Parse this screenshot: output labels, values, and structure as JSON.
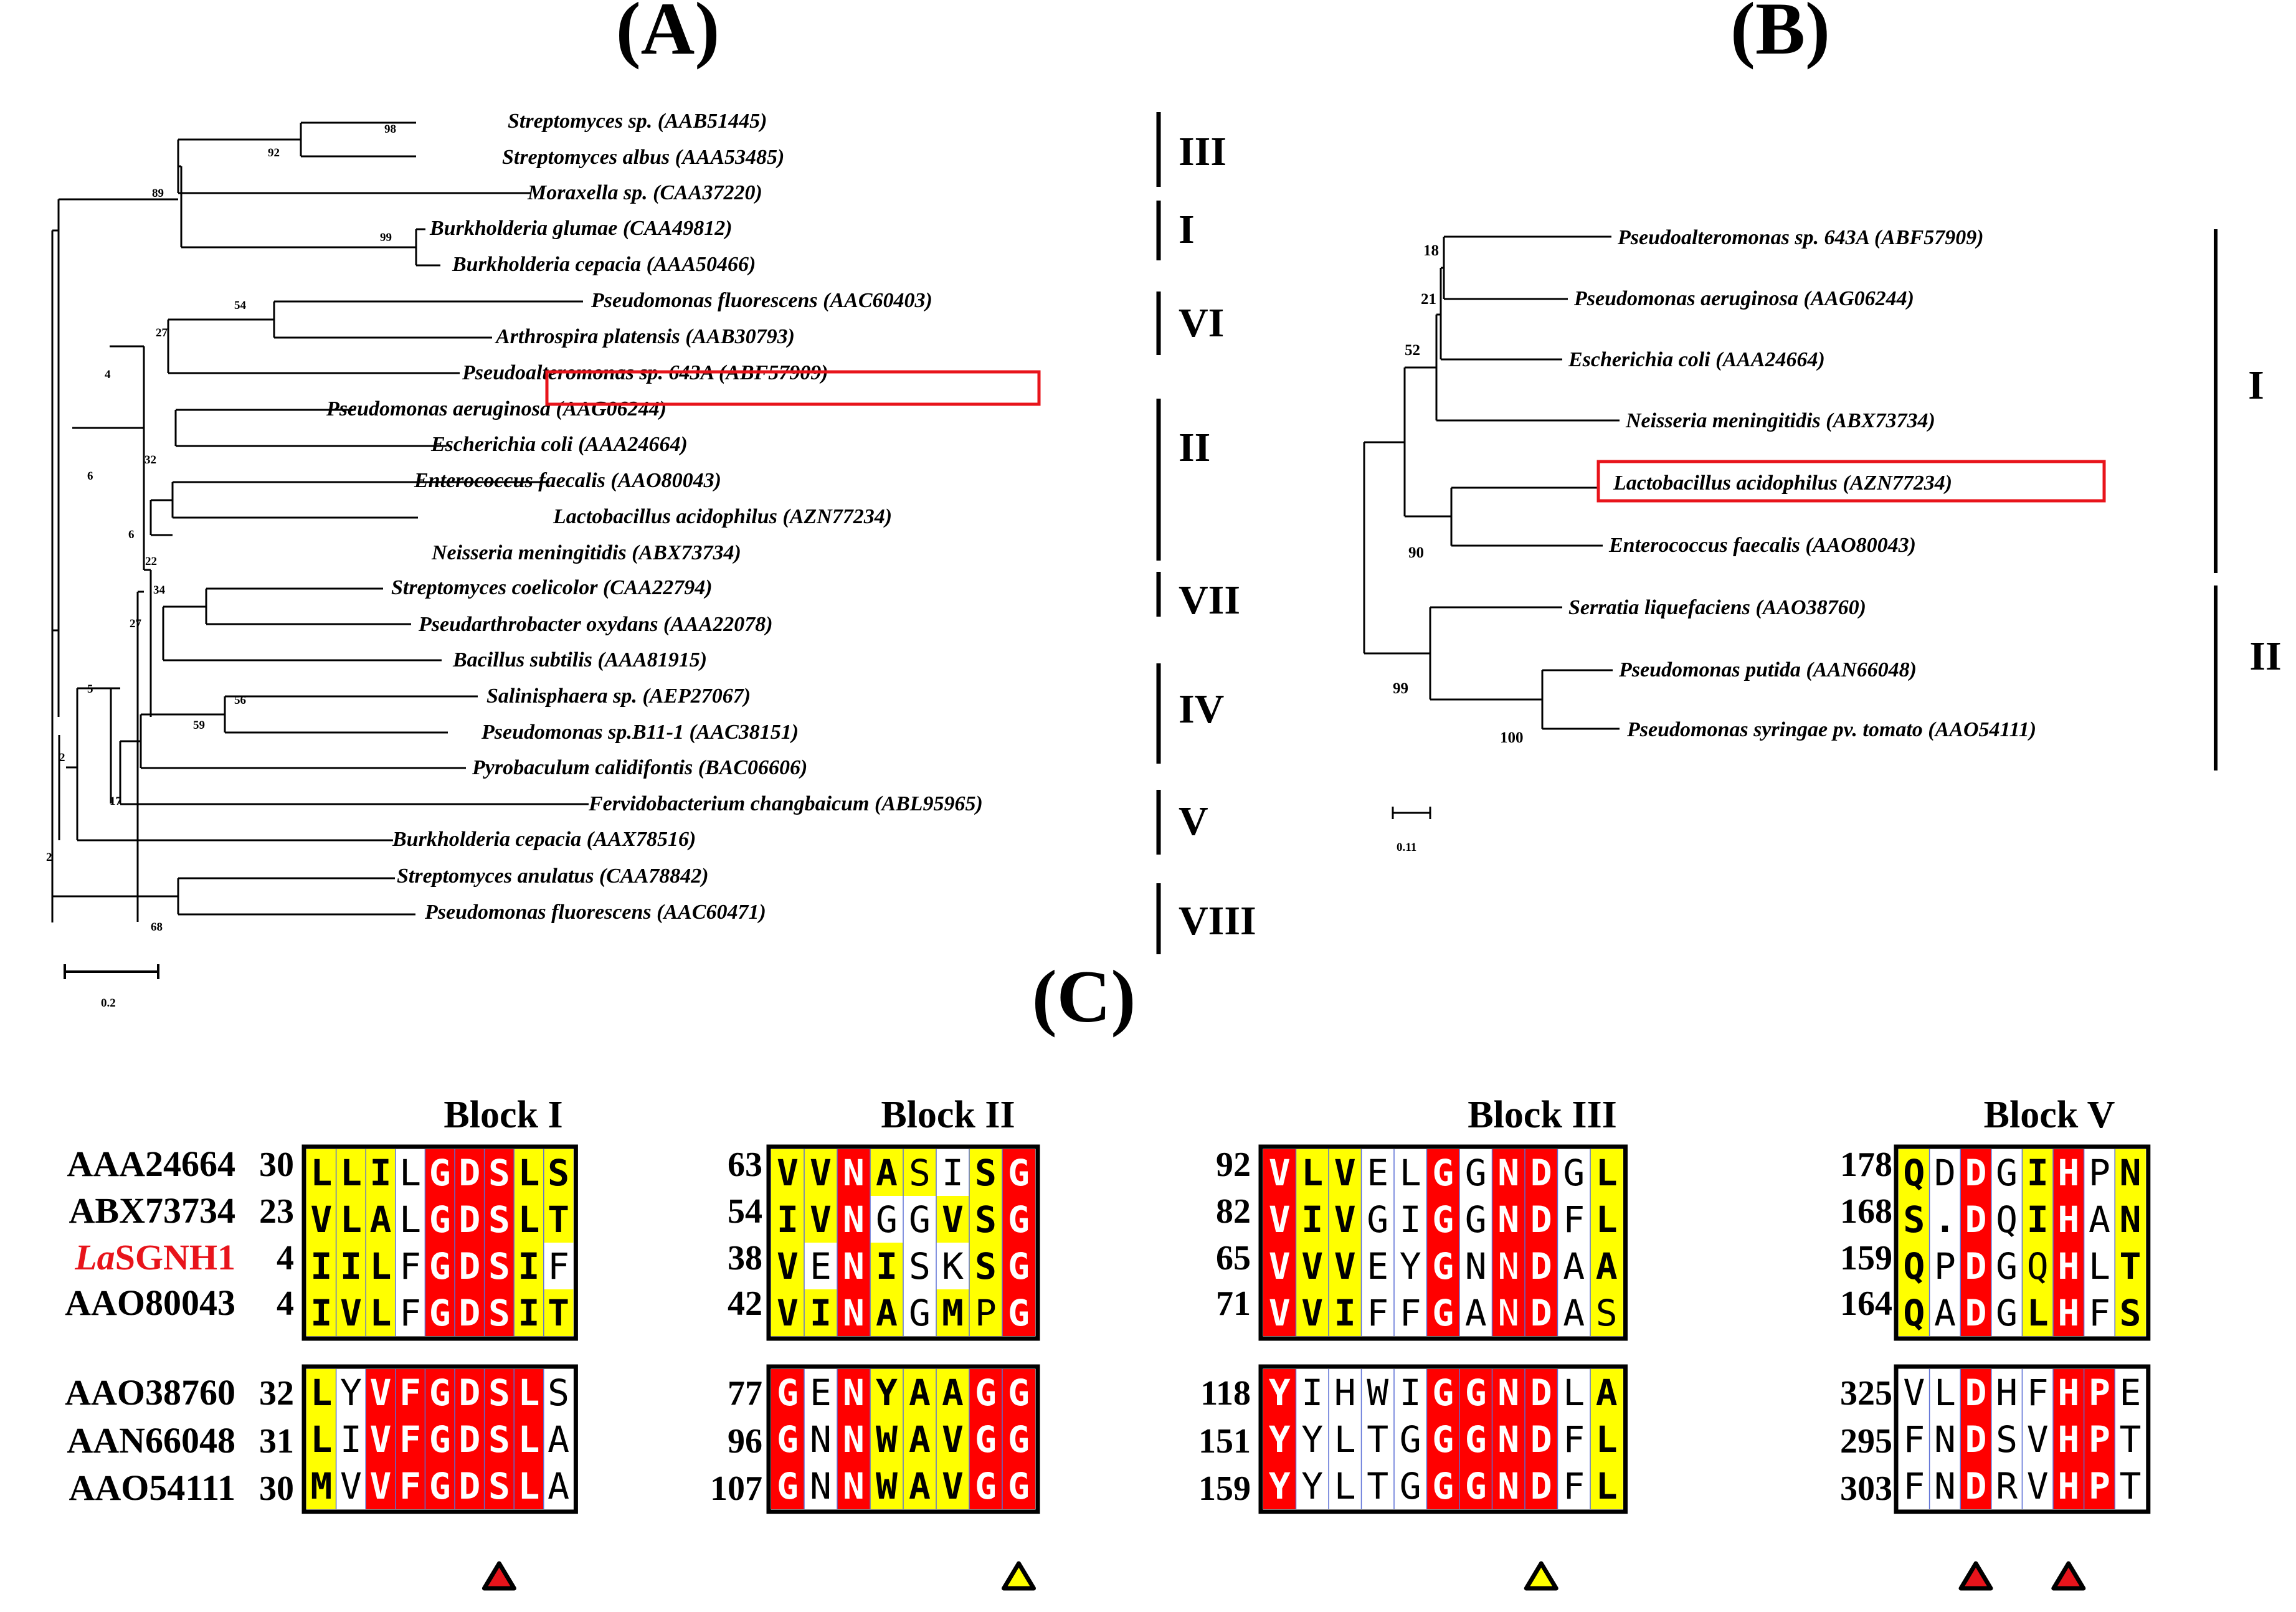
{
  "panels": {
    "A": "(A)",
    "B": "(B)",
    "C": "(C)"
  },
  "colors": {
    "identical": "#ff0000",
    "similar": "#ffff00",
    "box": "#000000",
    "highlight": "#e8141b",
    "triangle_red": "#e8141b",
    "triangle_yellow": "#ffff00"
  },
  "tree_a": {
    "leaves": [
      {
        "genus": "Streptomyces",
        "rest": " sp. (AAB51445)"
      },
      {
        "genus": "Streptomyces",
        "rest": " albus (AAA53485)"
      },
      {
        "genus": "Moraxella",
        "rest": " sp. (CAA37220)"
      },
      {
        "genus": "Burkholderia",
        "rest": " glumae (CAA49812)"
      },
      {
        "genus": "Burkholderia",
        "rest": " cepacia (AAA50466)"
      },
      {
        "genus": "Pseudomonas",
        "rest": " fluorescens (AAC60403)"
      },
      {
        "genus": "Arthrospira",
        "rest": " platensis (AAB30793)"
      },
      {
        "genus": "Pseudoalteromonas",
        "rest": " sp. 643A (ABF57909)"
      },
      {
        "genus": "Pseudomonas",
        "rest": " aeruginosa (AAG06244)"
      },
      {
        "genus": "Escherichia",
        "rest": " coli (AAA24664)"
      },
      {
        "genus": "Enterococcus",
        "rest": " faecalis (AAO80043)"
      },
      {
        "genus": "Lactobacillus",
        "rest": " acidophilus (AZN77234)"
      },
      {
        "genus": "Neisseria",
        "rest": " meningitidis (ABX73734)"
      },
      {
        "genus": "Streptomyces",
        "rest": " coelicolor (CAA22794)"
      },
      {
        "genus": "Pseudarthrobacter",
        "rest": " oxydans (AAA22078)"
      },
      {
        "genus": "Bacillus",
        "rest": " subtilis (AAA81915)"
      },
      {
        "genus": "Salinisphaera",
        "rest": " sp. (AEP27067)"
      },
      {
        "genus": "Pseudomonas",
        "rest": " sp.B11-1 (AAC38151)"
      },
      {
        "genus": "Pyrobaculum",
        "rest": " calidifontis (BAC06606)"
      },
      {
        "genus": "Fervidobacterium",
        "rest": " changbaicum (ABL95965)"
      },
      {
        "genus": "Burkholderia",
        "rest": " cepacia (AAX78516)"
      },
      {
        "genus": "Streptomyces",
        "rest": " anulatus (CAA78842)"
      },
      {
        "genus": "Pseudomonas",
        "rest": " fluorescens (AAC60471)"
      }
    ],
    "bootstraps": [
      "98",
      "92",
      "89",
      "99",
      "54",
      "27",
      "4",
      "32",
      "6",
      "6",
      "22",
      "34",
      "27",
      "5",
      "56",
      "59",
      "17",
      "2",
      "2",
      "68"
    ],
    "groups": [
      "III",
      "I",
      "VI",
      "II",
      "VII",
      "IV",
      "V",
      "VIII"
    ],
    "scale": "0.2"
  },
  "tree_b": {
    "leaves": [
      {
        "genus": "Pseudoalteromonas",
        "rest": " sp. 643A (ABF57909)"
      },
      {
        "genus": "Pseudomonas",
        "rest": " aeruginosa (AAG06244)"
      },
      {
        "genus": "Escherichia",
        "rest": " coli (AAA24664)"
      },
      {
        "genus": "Neisseria",
        "rest": " meningitidis (ABX73734)"
      },
      {
        "genus": "Lactobacillus",
        "rest": " acidophilus (AZN77234)"
      },
      {
        "genus": "Enterococcus",
        "rest": " faecalis (AAO80043)"
      },
      {
        "genus": "Serratia",
        "rest": " liquefaciens (AAO38760)"
      },
      {
        "genus": "Pseudomonas",
        "rest": " putida (AAN66048)"
      },
      {
        "genus": "Pseudomonas",
        "rest": " syringae pv. tomato (AAO54111)"
      }
    ],
    "bootstraps": [
      "18",
      "21",
      "52",
      "90",
      "99",
      "100"
    ],
    "groups": [
      "I",
      "II"
    ],
    "scale": "0.11"
  },
  "alignment": {
    "block_titles": [
      "Block I",
      "Block II",
      "Block III",
      "Block V"
    ],
    "accessions": [
      "AAA24664",
      "ABX73734",
      "LaSGNH1",
      "AAO80043",
      "AAO38760",
      "AAN66048",
      "AAO54111"
    ],
    "accession_prefix_la": "La",
    "accession_suffix_la": "SGNH1",
    "start_numbers": [
      [
        "30",
        "23",
        "4",
        "4",
        "32",
        "31",
        "30"
      ],
      [
        "63",
        "54",
        "38",
        "42",
        "77",
        "96",
        "107"
      ],
      [
        "92",
        "82",
        "65",
        "71",
        "118",
        "151",
        "159"
      ],
      [
        "178",
        "168",
        "159",
        "164",
        "325",
        "295",
        "303"
      ]
    ],
    "blocks": [
      {
        "rows": [
          "LLILGDSLS",
          "VLALGDSLT",
          "IILFGDSIF",
          "IVLFGDSIT",
          "LYVFGDSLS",
          "LIVFGDSLA",
          "MVVFGDSLA"
        ],
        "shade": [
          "yyywrrryy",
          "yyywrrryy",
          "yyywrrryw",
          "yyywrrryy",
          "ywrrrrrrw",
          "ywrrrrrrw",
          "ywrrrrrrw"
        ],
        "bold": [
          "111011111",
          "111011111",
          "111011110",
          "111011111",
          "101111110",
          "101111110",
          "101111110"
        ],
        "triangle": {
          "col": 6.5,
          "color": "red"
        }
      },
      {
        "rows": [
          "VVNASISG",
          "IVNGGVSG",
          "VENISKSG",
          "VINAGMPG",
          "GENYAAGG",
          "GNNWAVGG",
          "GNNWAVGG"
        ],
        "shade": [
          "yyryywyr",
          "yyrwwyyr",
          "ywrywwyr",
          "yyrywyyr",
          "rwryyyrr",
          "rwryyyrr",
          "rwryyyrr"
        ],
        "bold": [
          "11110011",
          "11100111",
          "10110011",
          "11110101",
          "10111111",
          "10111111",
          "10111111"
        ],
        "triangle": {
          "col": 7,
          "color": "yellow"
        }
      },
      {
        "rows": [
          "VLVELGGNDGL",
          "VIVGIGGNDFL",
          "VVVEYGNNDAA",
          "VVIFFGANDAS",
          "YIHWIGGNDLA",
          "YYLTGGGNDFL",
          "YYLTGGGNDFL"
        ],
        "shade": [
          "ryywwrwrrwy",
          "ryywwrwrrwy",
          "ryywwrwrrwy",
          "ryywwrwrrwy",
          "rwwwwrrrrwy",
          "rwwwwrrrrwy",
          "rwwwwrrrrwy"
        ],
        "bold": [
          "11100101101",
          "11100101101",
          "11100100101",
          "11100100100",
          "10000111101",
          "10000111101",
          "10000111101"
        ],
        "triangle": {
          "col": 8,
          "color": "yellow"
        }
      },
      {
        "rows": [
          "QDDGIHPN",
          "S.DQIHAN",
          "QPDGQHLT",
          "QADGLHFS",
          "VLDHFHPE",
          "FNDSVHPT",
          "FNDRVHPT"
        ],
        "shade": [
          "ywrwyrwy",
          "ywrwyrwy",
          "ywrwyrwy",
          "ywrwyrwy",
          "wwrwwrrw",
          "wwrwwrrw",
          "wwrwwrrw"
        ],
        "bold": [
          "10101101",
          "11101101",
          "10100101",
          "10101101",
          "00100110",
          "00100110",
          "00100110"
        ],
        "triangles": [
          {
            "col": 2,
            "color": "red"
          },
          {
            "col": 5,
            "color": "red"
          }
        ]
      }
    ]
  }
}
